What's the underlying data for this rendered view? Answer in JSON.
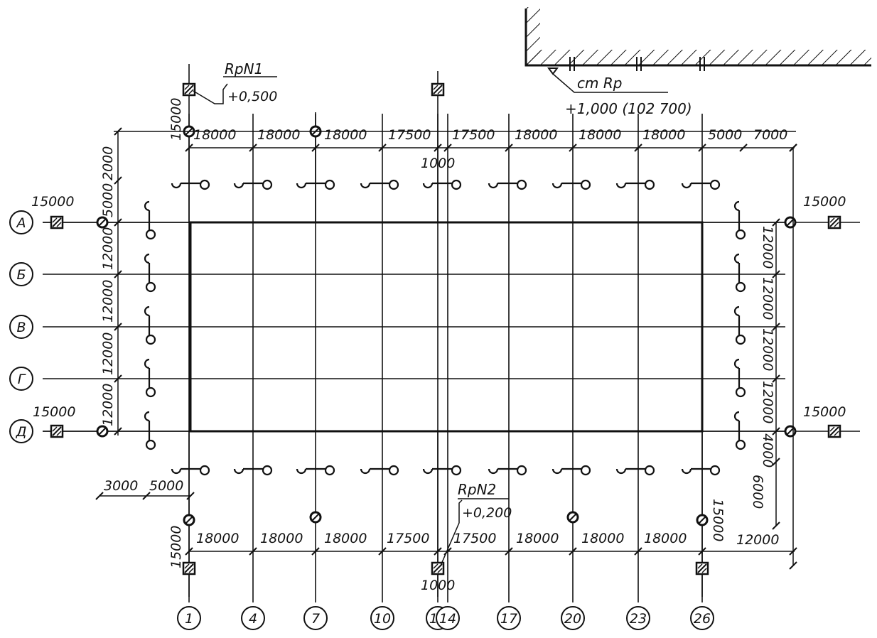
{
  "benchmarks": {
    "rp1": {
      "name": "RpN1",
      "elev": "+0,500"
    },
    "rp2": {
      "name": "RpN2",
      "elev": "+0,200"
    },
    "const": {
      "name": "cm Rp",
      "elev": "+1,000 (102 700)"
    }
  },
  "col_axes": [
    "1",
    "4",
    "7",
    "10",
    "13",
    "14",
    "17",
    "20",
    "23",
    "26"
  ],
  "row_axes": [
    "А",
    "Б",
    "В",
    "Г",
    "Д"
  ],
  "dims": {
    "top": [
      "18000",
      "18000",
      "18000",
      "17500",
      "17500",
      "18000",
      "18000",
      "18000",
      "5000",
      "7000"
    ],
    "top_gap": "1000",
    "bottom": [
      "18000",
      "18000",
      "18000",
      "17500",
      "17500",
      "18000",
      "18000",
      "18000"
    ],
    "bottom_gap": "1000",
    "left": [
      "2000",
      "5000",
      "12000",
      "12000",
      "12000",
      "12000"
    ],
    "right": [
      "12000",
      "12000",
      "12000",
      "12000",
      "4000",
      "6000"
    ],
    "right_offset": "12000",
    "offsets": {
      "top_left": "15000",
      "bottom_left": "15000",
      "bottom_right": "15000",
      "left_a": "15000",
      "left_d": "15000",
      "right_a": "15000",
      "right_d": "15000"
    },
    "bottom_left": [
      "3000",
      "5000"
    ]
  }
}
